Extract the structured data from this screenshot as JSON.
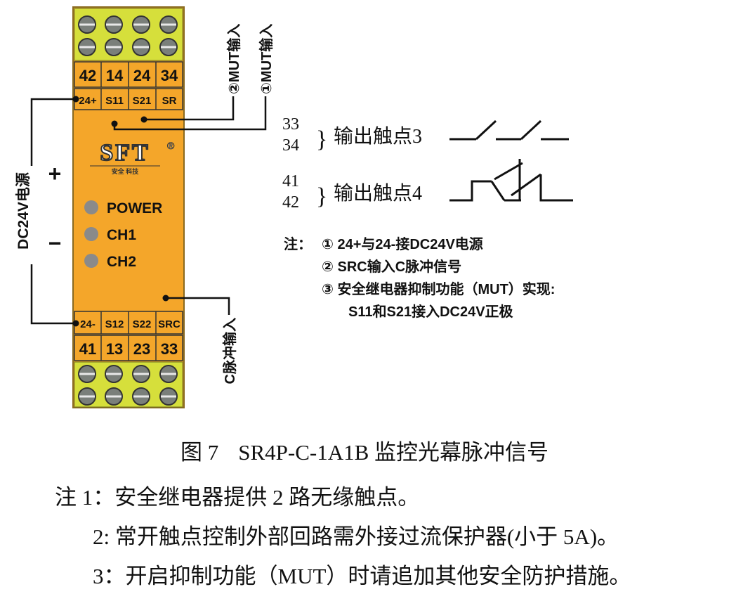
{
  "relay": {
    "top_terminals": [
      "42",
      "14",
      "24",
      "34"
    ],
    "top_inputs": [
      "24+",
      "S11",
      "S21",
      "SR"
    ],
    "bottom_inputs": [
      "24-",
      "S12",
      "S22",
      "SRC"
    ],
    "bottom_terminals": [
      "41",
      "13",
      "23",
      "33"
    ],
    "brand": "SFT",
    "brand_mark": "®",
    "brand_sub": "安全 科技",
    "leds": [
      "POWER",
      "CH1",
      "CH2"
    ],
    "body_color": "#f4a62a",
    "terminal_color": "#d6df3b"
  },
  "wiring": {
    "supply_label": "DC24V电源",
    "plus_sign": "+",
    "minus_sign": "−",
    "mut_input_2": "②MUT输入",
    "mut_input_1": "①MUT输入",
    "pulse_input": "C脉冲输入"
  },
  "contacts": [
    {
      "top": "33",
      "bottom": "34",
      "label": "输出触点3"
    },
    {
      "top": "41",
      "bottom": "42",
      "label": "输出触点4"
    }
  ],
  "diagram_notes": {
    "prefix": "注：",
    "items": [
      "① 24+与24-接DC24V电源",
      "② SRC输入C脉冲信号",
      "③ 安全继电器抑制功能（MUT）实现:",
      "S11和S21接入DC24V正极"
    ]
  },
  "caption": {
    "figure": "图  7",
    "title": "SR4P-C-1A1B 监控光幕脉冲信号"
  },
  "notes": [
    "注  1：安全继电器提供 2 路无缘触点。",
    "2: 常开触点控制外部回路需外接过流保护器(小于 5A)。",
    "3：开启抑制功能（MUT）时请追加其他安全防护措施。"
  ]
}
